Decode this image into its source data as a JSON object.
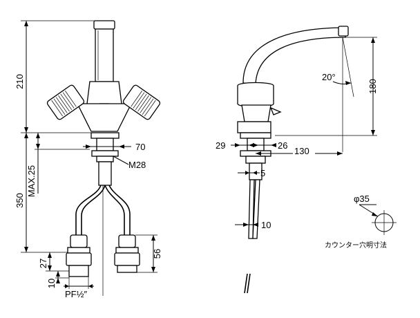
{
  "front_view": {
    "dim_height_top": "210",
    "dim_height_bottom": "350",
    "dim_max25": "MAX.25",
    "dim_70": "70",
    "dim_m28": "M28",
    "dim_27": "27",
    "dim_10": "10",
    "dim_56": "56",
    "dim_pf": "PF½″"
  },
  "side_view": {
    "dim_angle": "20°",
    "dim_180": "180",
    "dim_29": "29",
    "dim_26": "26",
    "dim_130": "130",
    "dim_5": "5",
    "dim_10": "10"
  },
  "hole_detail": {
    "diameter": "φ35",
    "caption": "カウンター穴明寸法"
  }
}
